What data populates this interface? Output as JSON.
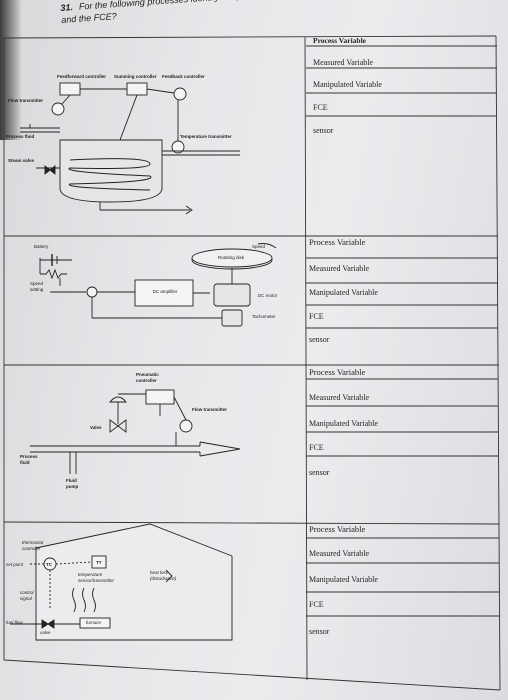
{
  "question": {
    "number": "31.",
    "text": "For the following processes identify the process variable, measured variable and manipulated variable and the FCE?"
  },
  "rows": [
    {
      "labels": [
        "Process Variable",
        "Measured Variable",
        "Manipulated Variable",
        "FCE",
        "sensor"
      ],
      "diagram": {
        "feedforward": "Feedforward controller",
        "summing": "Summing controller",
        "feedback": "Feedback controller",
        "flow_tx": "Flow transmitter",
        "process_fluid": "Process fluid",
        "temp_tx": "Temperature transmitter",
        "steam_valve": "Steam valve"
      }
    },
    {
      "labels": [
        "Process Variable",
        "Measured Variable",
        "Manipulated Variable",
        "FCE",
        "sensor"
      ],
      "diagram": {
        "battery": "Battery",
        "speed": "Speed",
        "rotating_disk": "Rotating disk",
        "speed_setting": "Speed setting",
        "dc_amp": "DC amplifier",
        "dc_motor": "DC motor",
        "tachometer": "Tachometer"
      }
    },
    {
      "labels": [
        "Process Variable",
        "Measured Variable",
        "Manipulated Variable",
        "FCE",
        "sensor"
      ],
      "diagram": {
        "pneumatic": "Pneumatic controller",
        "flow_tx": "Flow transmitter",
        "valve": "Valve",
        "process_fluid": "Process fluid",
        "fluid_pump": "Fluid pump"
      }
    },
    {
      "labels": [
        "Process Variable",
        "Measured Variable",
        "Manipulated Variable",
        "FCE",
        "sensor"
      ],
      "diagram": {
        "thermostat": "thermostat controller",
        "set_point": "set point",
        "tc": "TC",
        "tt": "TT",
        "temp_sensor": "temperature sensor/transmitter",
        "heat_loss": "heat loss (disturbance)",
        "control_signal": "control signal",
        "fuel_flow": "fuel flow",
        "furnace": "furnace",
        "valve": "valve"
      }
    }
  ]
}
